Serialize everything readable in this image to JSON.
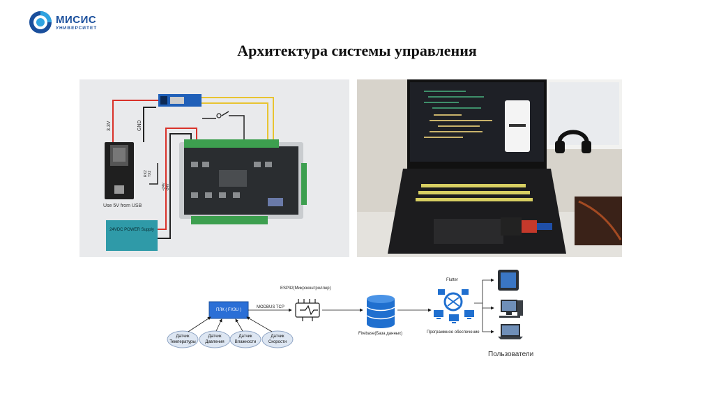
{
  "logo": {
    "name": "МИСИС",
    "subtitle": "УНИВЕРСИТЕТ"
  },
  "title": "Архитектура системы управления",
  "wiring_photo": {
    "voltage_label": "3.3V",
    "gnd_label": "GND",
    "tx_label": "TX2",
    "rx_label": "RX2",
    "usb_note": "Use 5V from USB",
    "power_supply": "24VDC POWER Supply",
    "power_plus": "+24V",
    "power_minus": "-24V"
  },
  "diagram": {
    "plc": "ПЛК ( FX3U )",
    "link_label": "MODBUS TCP",
    "esp32": "ESP32(Микроконтроллер)",
    "firebase": "Firebase(База данных)",
    "flutter": "Flutter",
    "software": "Программное обеспечение",
    "users": "Пользователи",
    "sensors": [
      {
        "line1": "Датчик",
        "line2": "Температуры"
      },
      {
        "line1": "Датчик",
        "line2": "Давления"
      },
      {
        "line1": "Датчик",
        "line2": "Влажности"
      },
      {
        "line1": "Датчик",
        "line2": "Скорости"
      }
    ]
  },
  "colors": {
    "brand": "#1a4f9c",
    "plc_box": "#2b6fd6",
    "db_blue": "#1f6fcf",
    "sensor_oval": "#dde6f2",
    "wire_red": "#d9322a",
    "wire_black": "#222222",
    "wire_yellow": "#e8c431",
    "power_box": "#2f9aa8"
  }
}
